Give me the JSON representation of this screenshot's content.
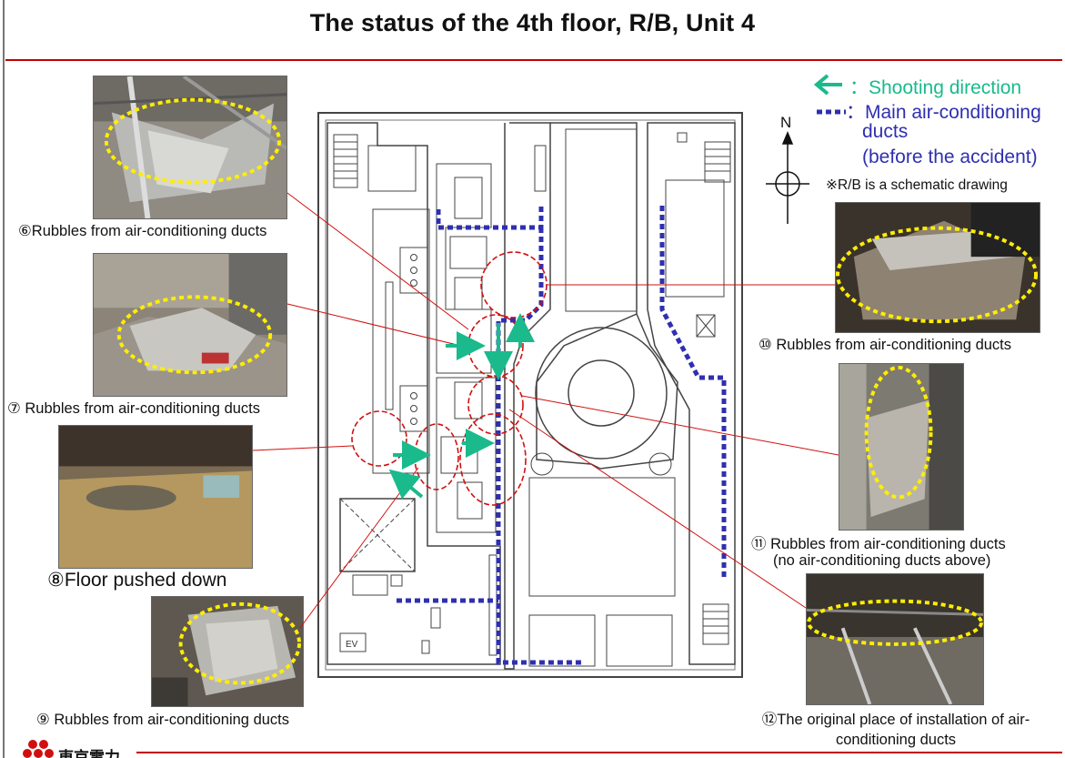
{
  "title": "The status of the 4th floor, R/B, Unit 4",
  "legend": {
    "shooting_direction": "：Shooting direction",
    "duct_line1": "：Main air-conditioning",
    "duct_line2": "ducts",
    "duct_line3": "(before the accident)",
    "arrow_color": "#1aba8c",
    "duct_color": "#2f2fb0"
  },
  "compass_label": "N",
  "schematic_note": "※R/B is a schematic drawing",
  "floor_plan_labels": {
    "elevator": "EV"
  },
  "captions": {
    "p6": "⑥Rubbles from air-conditioning ducts",
    "p7": "⑦ Rubbles from air-conditioning ducts",
    "p8": "⑧Floor pushed down",
    "p9": "⑨ Rubbles from air-conditioning ducts",
    "p10": "⑩ Rubbles from air-conditioning ducts",
    "p11": "⑪ Rubbles from air-conditioning ducts",
    "p11b": "(no air-conditioning ducts above)",
    "p12": "⑫The original place of installation of air-conditioning ducts"
  },
  "footer": {
    "company": "東京電力"
  },
  "colors": {
    "accent_red": "#c00000",
    "highlight_yellow": "#ffee00",
    "marker_red": "#d01010"
  }
}
